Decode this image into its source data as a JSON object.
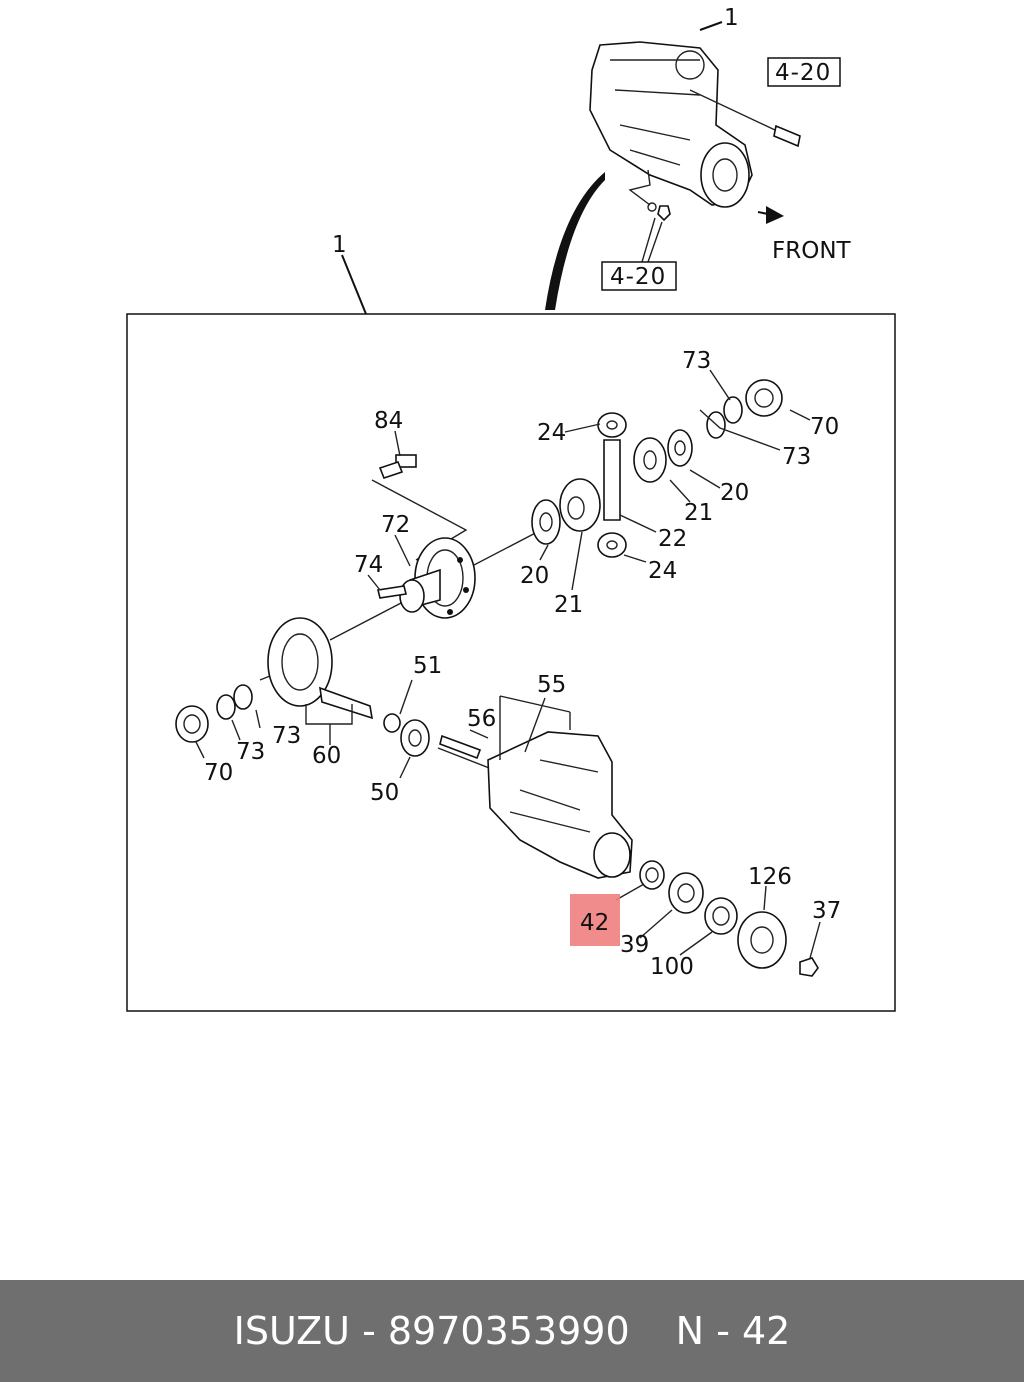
{
  "labels": {
    "part_top": "1",
    "ref_top": "4-20",
    "ref_bottom": "4-20",
    "front": "FRONT",
    "part_frame": "1",
    "p84": "84",
    "p72": "72",
    "p74": "74",
    "p24a": "24",
    "p24b": "24",
    "p73a": "73",
    "p73b": "73",
    "p73c": "73",
    "p73d": "73",
    "p70a": "70",
    "p70b": "70",
    "p20a": "20",
    "p20b": "20",
    "p21a": "21",
    "p21b": "21",
    "p22": "22",
    "p51": "51",
    "p55": "55",
    "p56": "56",
    "p60": "60",
    "p50": "50",
    "p42": "42",
    "p39": "39",
    "p100": "100",
    "p126": "126",
    "p37": "37"
  },
  "highlight": {
    "part": "42",
    "color": "#f08080"
  },
  "footer": {
    "brand": "ISUZU",
    "dash1": "-",
    "part_number": "8970353990",
    "page_code": "N",
    "dash2": "-",
    "page_number": "42"
  },
  "colors": {
    "footer_bg": "#6f6f6f",
    "footer_text": "#ffffff",
    "highlight": "#f08080"
  }
}
